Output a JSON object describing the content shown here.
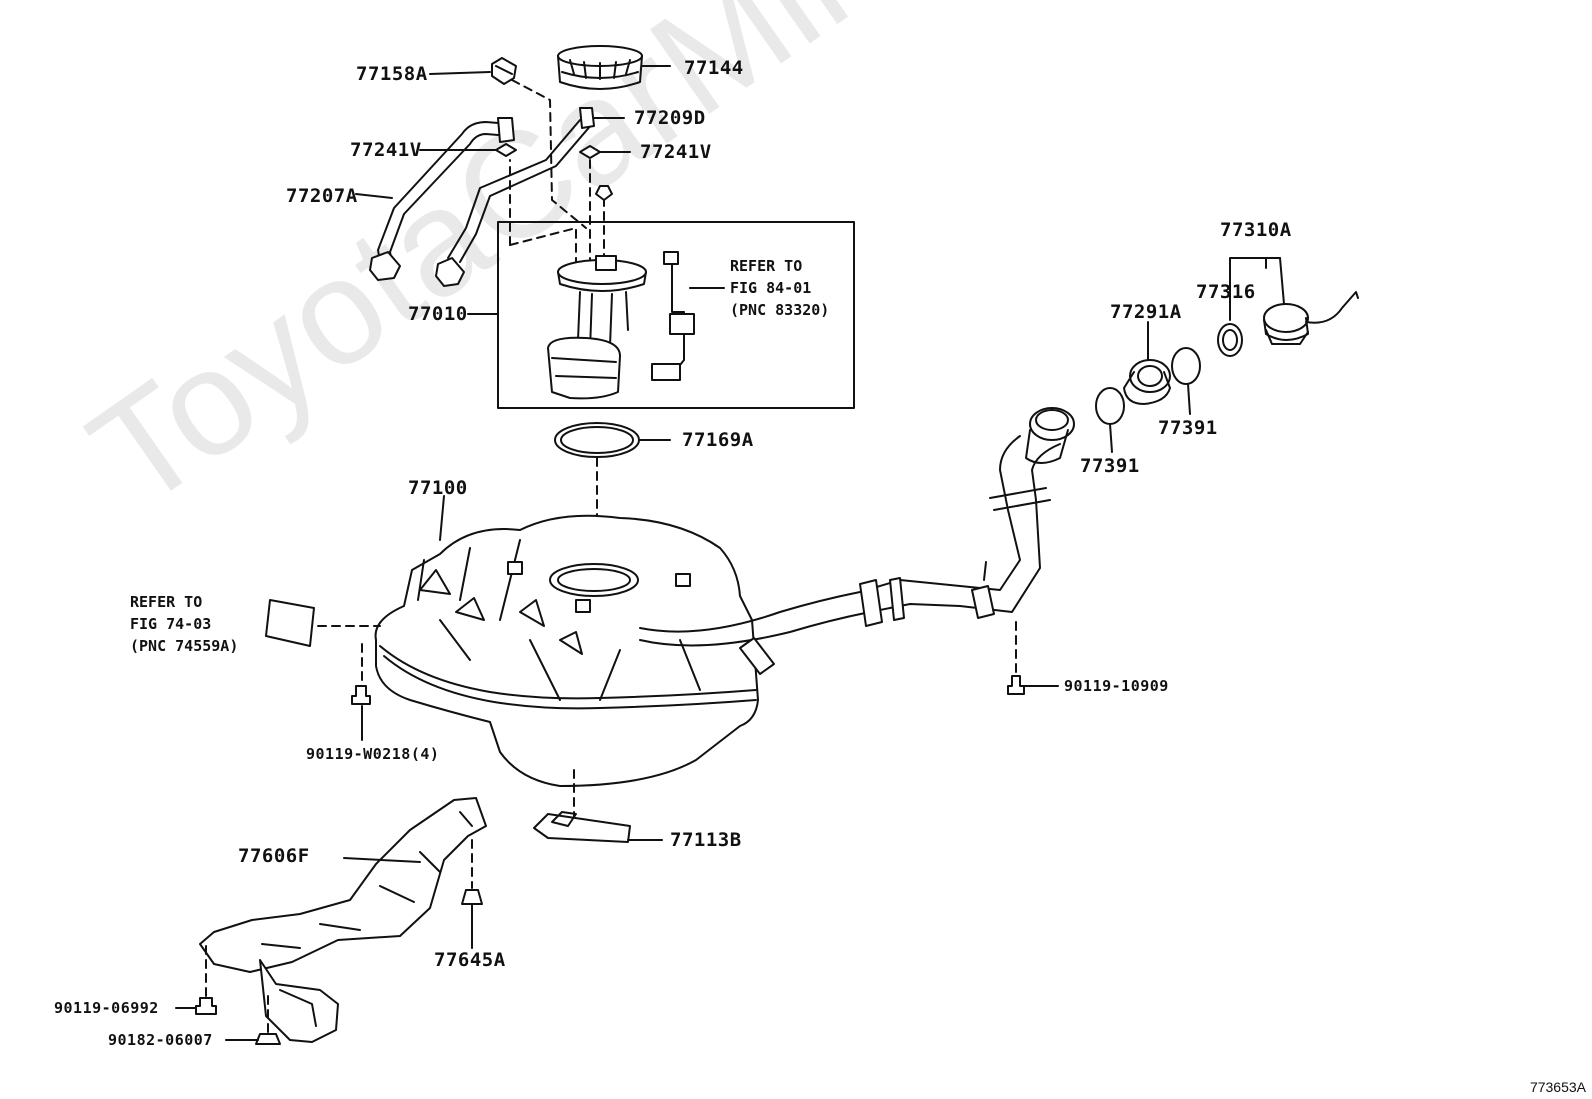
{
  "labels": {
    "p77158A": "77158A",
    "p77144": "77144",
    "p77209D": "77209D",
    "p77241V_left": "77241V",
    "p77241V_right": "77241V",
    "p77207A": "77207A",
    "p77010": "77010",
    "p77169A": "77169A",
    "p77100": "77100",
    "p77310A": "77310A",
    "p77316": "77316",
    "p77291A": "77291A",
    "p77391_a": "77391",
    "p77391_b": "77391",
    "p90119_10909": "90119-10909",
    "p90119_W0218": "90119-W0218(4)",
    "p77113B": "77113B",
    "p77606F": "77606F",
    "p77645A": "77645A",
    "p90119_06992": "90119-06992",
    "p90182_06007": "90182-06007"
  },
  "notes": {
    "refer_fig84_l1": "REFER TO",
    "refer_fig84_l2": "FIG 84-01",
    "refer_fig84_l3": "(PNC 83320)",
    "refer_fig74_l1": "REFER TO",
    "refer_fig74_l2": "FIG 74-03",
    "refer_fig74_l3": "(PNC 74559A)"
  },
  "watermark": "ToyotaCarMine.ru",
  "figure_id": "773653A"
}
